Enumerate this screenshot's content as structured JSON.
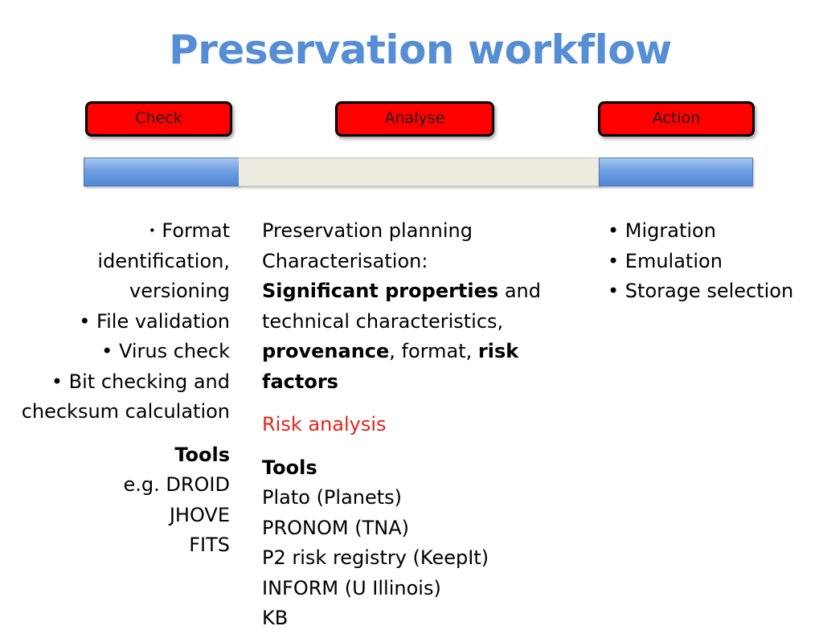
{
  "slide": {
    "title": "Preservation workflow"
  },
  "stages": {
    "check": "Check",
    "analyse": "Analyse",
    "action": "Action"
  },
  "left_column": {
    "bullet_symbol": "•",
    "item1_line1": "Format",
    "item1_line2": "identification,",
    "item1_line3": "versioning",
    "item2": "File validation",
    "item3": "Virus check",
    "item4_line1": "Bit checking and",
    "item4_line2": "checksum calculation",
    "tools_heading": "Tools",
    "tools": [
      "e.g. DROID",
      "JHOVE",
      "FITS"
    ]
  },
  "middle_column": {
    "line1": "Preservation planning",
    "line2": "Characterisation:",
    "sig_props": "Significant properties",
    "and": " and",
    "line4": "technical characteristics,",
    "provenance": "provenance",
    "format_part": ", format, ",
    "risk": "risk",
    "factors": "factors",
    "risk_analysis": "Risk analysis",
    "tools_heading": "Tools",
    "tools": [
      "Plato (Planets)",
      "PRONOM (TNA)",
      "P2 risk registry (KeepIt)",
      "INFORM (U Illinois)",
      "KB"
    ]
  },
  "right_column": {
    "bullet_symbol": "•",
    "items": [
      "Migration",
      "Emulation",
      "Storage selection"
    ]
  },
  "colors": {
    "title": "#558ED5",
    "stage_fill": "#FF0000",
    "bar_blue": "#6F9FE0",
    "bar_beige": "#EEECE1",
    "risk_text": "#E8221B"
  }
}
